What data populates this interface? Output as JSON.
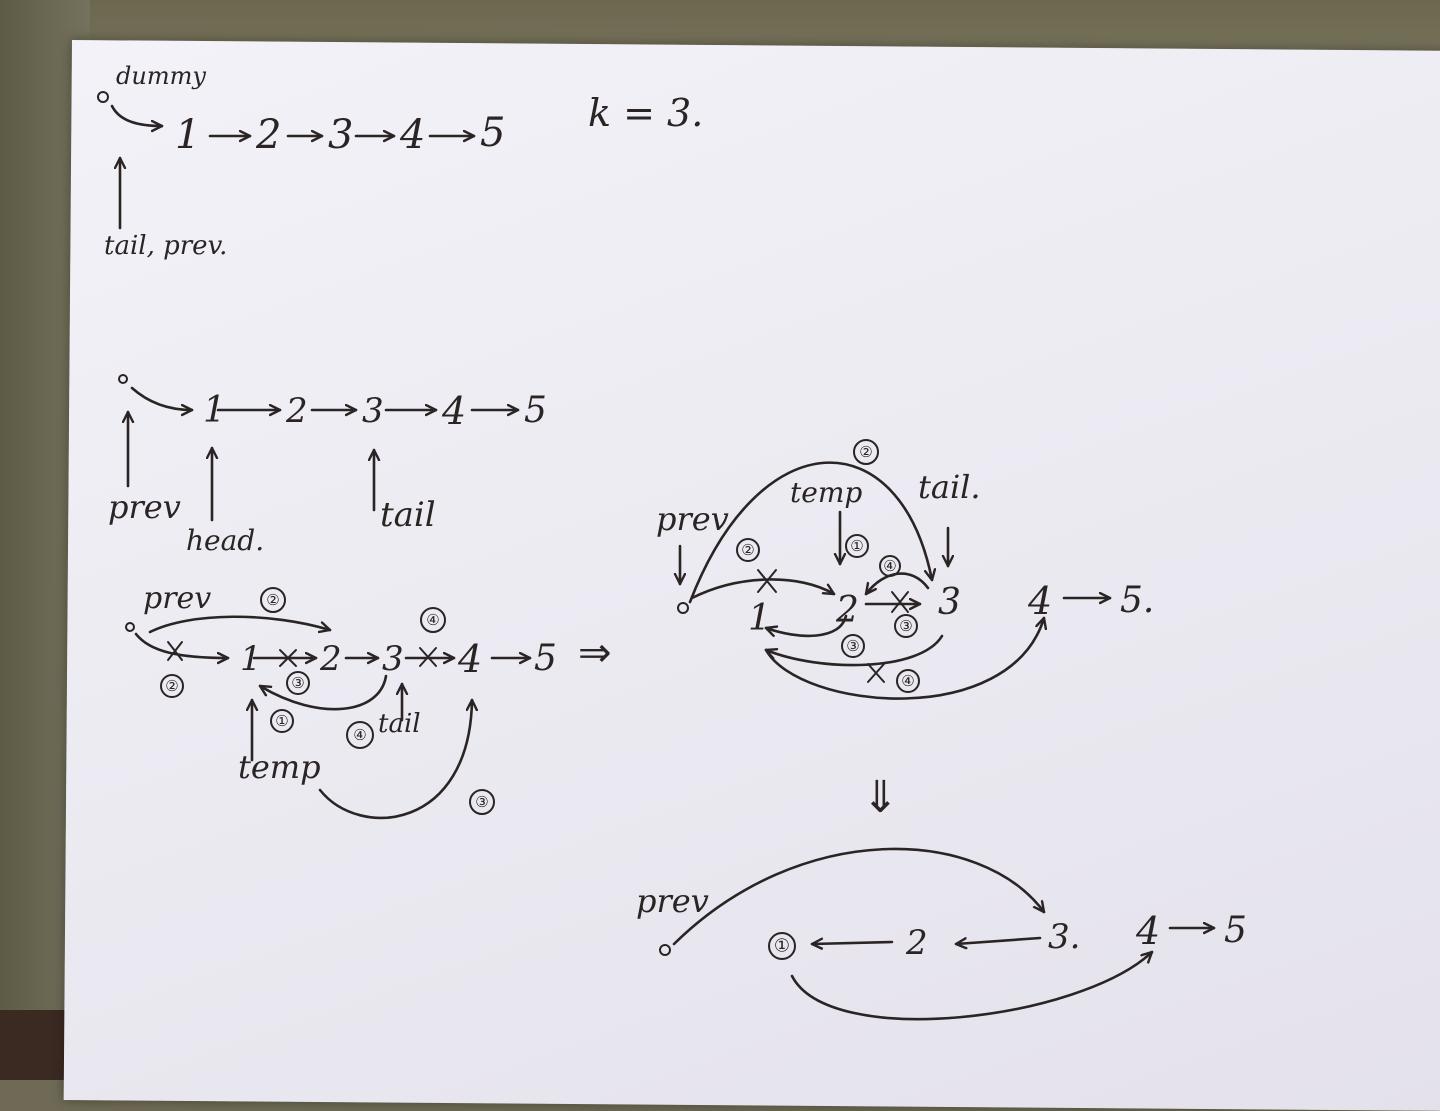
{
  "sketch1": {
    "dummy_label": "dummy",
    "nodes": [
      "1",
      "2",
      "3",
      "4",
      "5"
    ],
    "k_label": "k = 3.",
    "pointer_label": "tail, prev."
  },
  "sketch2": {
    "nodes": [
      "1",
      "2",
      "3",
      "4",
      "5"
    ],
    "prev_label": "prev",
    "head_label": "head.",
    "tail_label": "tail"
  },
  "sketch3": {
    "prev_label": "prev",
    "nodes": [
      "1",
      "2",
      "3",
      "4",
      "5"
    ],
    "temp_label": "temp",
    "tail_label": "tail",
    "implies": "⇒",
    "step_marks": [
      "①",
      "②",
      "②",
      "③",
      "③",
      "④",
      "④"
    ]
  },
  "sketch4": {
    "prev_label": "prev",
    "temp_label": "temp",
    "tail_label": "tail.",
    "nodes": [
      "1",
      "2",
      "3",
      "4",
      "5."
    ],
    "step_marks": [
      "①",
      "②",
      "②",
      "③",
      "③",
      "④",
      "④"
    ]
  },
  "sketch5": {
    "down_arrow": "⇓",
    "prev_label": "prev",
    "nodes": [
      "①",
      "2",
      "3.",
      "4",
      "5"
    ]
  }
}
